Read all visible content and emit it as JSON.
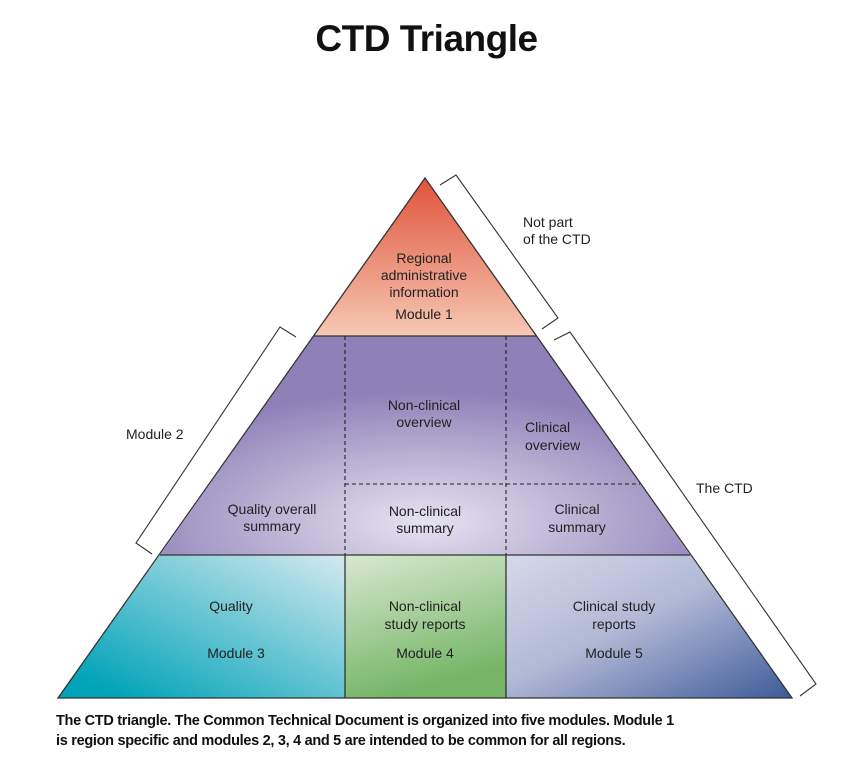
{
  "title": "CTD Triangle",
  "caption": {
    "line1": "The CTD triangle. The Common Technical Document is organized into five modules. Module 1",
    "line2": "is region specific and modules 2, 3, 4 and 5 are intended to be common for all regions."
  },
  "module1": {
    "lines": [
      "Regional",
      "administrative",
      "information"
    ],
    "module": "Module 1",
    "colors": {
      "top": "#e0533a",
      "bottom": "#f6c8b4"
    }
  },
  "module2": {
    "quality_overall_summary": [
      "Quality overall",
      "summary"
    ],
    "nonclinical_overview": [
      "Non-clinical",
      "overview"
    ],
    "clinical_overview": [
      "Clinical",
      "overview"
    ],
    "nonclinical_summary": [
      "Non-clinical",
      "summary"
    ],
    "clinical_summary": [
      "Clinical",
      "summary"
    ],
    "colors": {
      "dark": "#8f80b8",
      "light": "#e6e3f0"
    }
  },
  "module3": {
    "lines": [
      "Quality"
    ],
    "module": "Module 3",
    "colors": {
      "dark": "#00a3b8",
      "light": "#d4e9ef"
    }
  },
  "module4": {
    "lines": [
      "Non-clinical",
      "study reports"
    ],
    "module": "Module 4",
    "colors": {
      "top": "#d8e8d0",
      "bottom": "#74b566"
    }
  },
  "module5": {
    "lines": [
      "Clinical study",
      "reports"
    ],
    "module": "Module 5",
    "colors": {
      "light": "#d5d9e8",
      "dark": "#3d5b99"
    }
  },
  "brackets": {
    "not_part": [
      "Not part",
      "of the CTD"
    ],
    "module2": "Module 2",
    "the_ctd": "The CTD"
  }
}
